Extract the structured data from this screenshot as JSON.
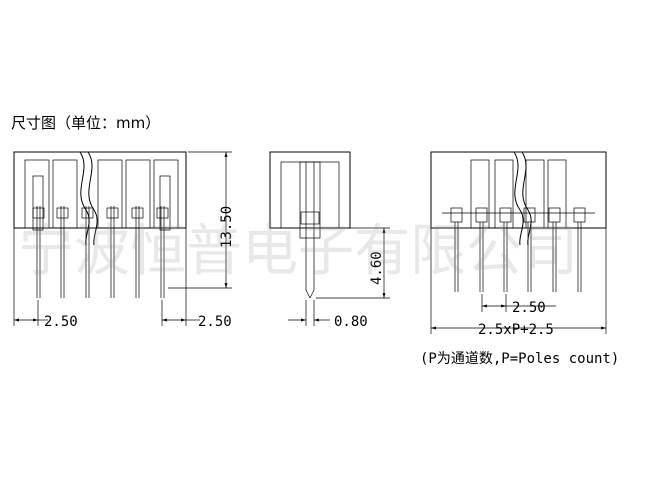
{
  "title": "尺寸图（单位：mm）",
  "watermark": "宁波恒普电子有限公司",
  "dimensions": {
    "pitch_left": "2.50",
    "pitch_right_of_left": "2.50",
    "height_total": "13.50",
    "pin_length": "4.60",
    "pin_width": "0.80",
    "pitch_right": "2.50",
    "overall_formula": "2.5xP+2.5"
  },
  "note": "(P为通道数,P=Poles count)",
  "colors": {
    "line": "#000000",
    "watermark": "#969696"
  }
}
